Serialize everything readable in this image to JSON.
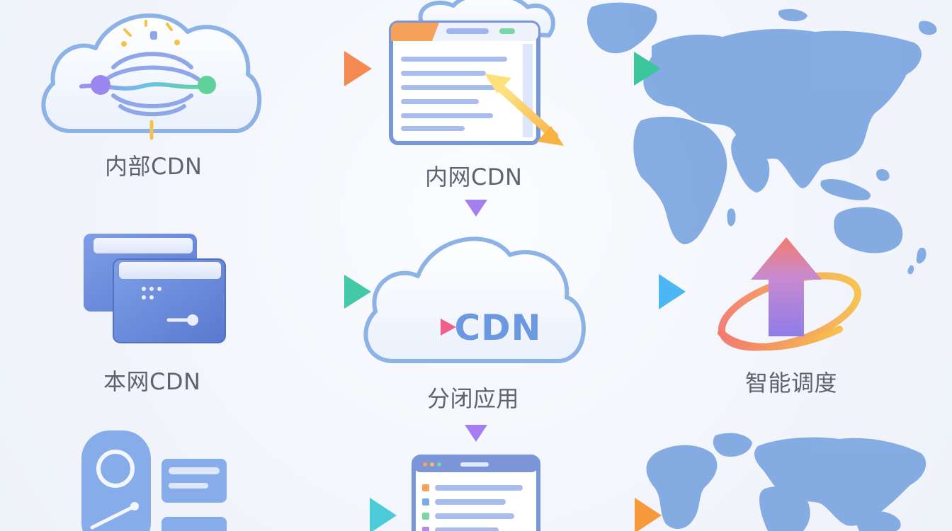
{
  "nodes": {
    "internal_cdn": "内部CDN",
    "intranet_cdn": "内网CDN",
    "local_cdn": "本网CDN",
    "distributed_app": "分闭应用",
    "smart_dispatch": "智能调度",
    "cdn_badge": "CDN"
  },
  "colors": {
    "background": "#f2f5fb",
    "cloud_stroke": "#7ea6e0",
    "map_fill": "#7ea9e1",
    "server_blue": "#6b8ed6",
    "arrow_orange": "#f79a56",
    "arrow_green": "#5fd1a0",
    "arrow_blue": "#63c2f2",
    "arrow_purple": "#b28cf0"
  }
}
